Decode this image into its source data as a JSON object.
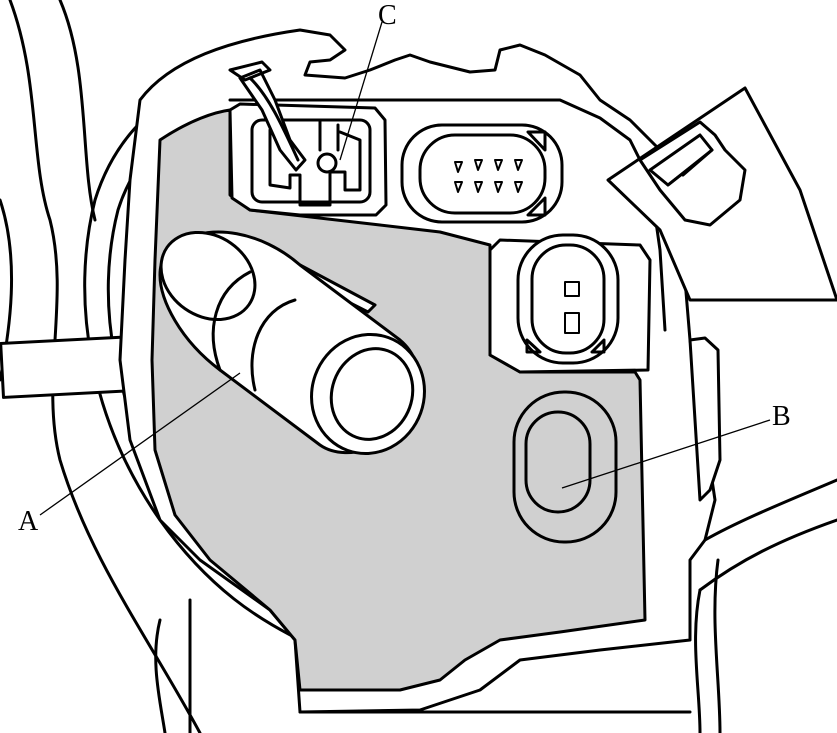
{
  "callouts": {
    "a": "A",
    "b": "B",
    "c": "C"
  },
  "colors": {
    "highlight": "#d0d0d0",
    "line": "#000000",
    "background": "#ffffff"
  }
}
